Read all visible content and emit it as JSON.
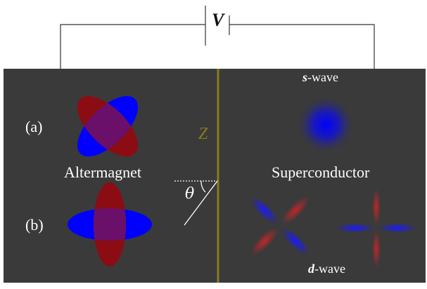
{
  "circuit": {
    "voltage_label": "V"
  },
  "labels": {
    "panel_a": "(a)",
    "panel_b": "(b)",
    "altermagnet": "Altermagnet",
    "superconductor": "Superconductor",
    "s_wave_letter": "s",
    "s_wave_suffix": "-wave",
    "d_wave_letter": "d",
    "d_wave_suffix": "-wave",
    "interface": "Z",
    "angle": "θ"
  },
  "colors": {
    "background": "#3a3a3a",
    "interface_line": "#8a7a1e",
    "interface_label": "#8a7a1e",
    "spin_up": "#0000ff",
    "spin_down": "#8b0d13",
    "overlap": "#6a0f6a",
    "wire": "#333333",
    "text": "#ffffff"
  }
}
